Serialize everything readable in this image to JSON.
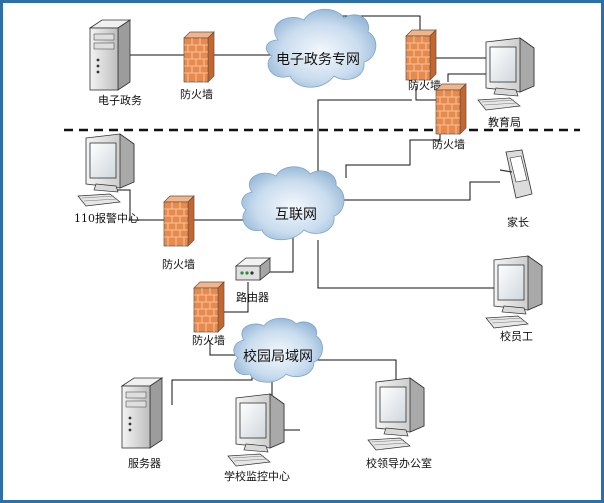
{
  "colors": {
    "frame_border": "#2d6fa8",
    "cloud_fill": "#a9c6e0",
    "firewall_brick": "#e07a3a",
    "line": "#111111"
  },
  "clouds": {
    "gov_net": "电子政务专网",
    "internet": "互联网",
    "campus_lan": "校园局域网"
  },
  "nodes": {
    "e_gov": "电子政务",
    "firewall_1": "防火墙",
    "firewall_2": "防火墙",
    "firewall_3": "防火墙",
    "education_bureau": "教育局",
    "police_110": "110报警中心",
    "firewall_4": "防火墙",
    "parent": "家长",
    "router": "路由器",
    "firewall_5": "防火墙",
    "school_staff": "校员工",
    "server": "服务器",
    "monitor_center": "学校监控中心",
    "leader_office": "校领导办公室"
  },
  "icons": {
    "server": "server-tower-icon",
    "firewall": "firewall-icon",
    "computer": "computer-icon",
    "phone": "mobile-phone-icon",
    "router": "router-icon",
    "cloud": "cloud-icon"
  }
}
